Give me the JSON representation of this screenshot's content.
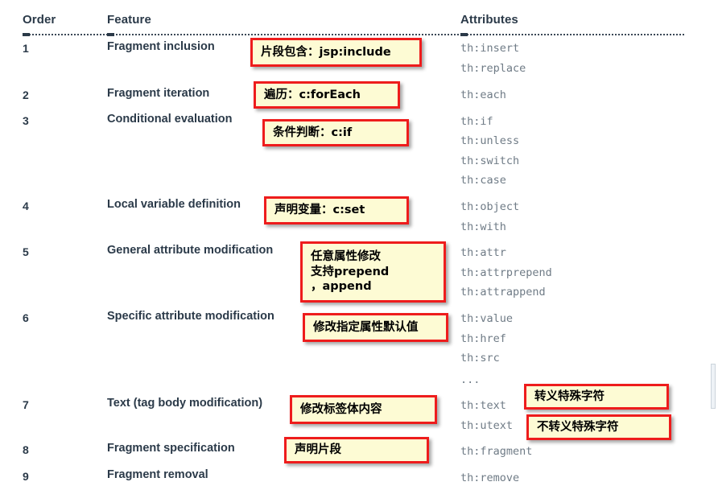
{
  "table": {
    "headers": {
      "order": "Order",
      "feature": "Feature",
      "attributes": "Attributes"
    },
    "rows": [
      {
        "order": "1",
        "feature": "Fragment inclusion",
        "attributes": [
          "th:insert",
          "th:replace"
        ]
      },
      {
        "order": "2",
        "feature": "Fragment iteration",
        "attributes": [
          "th:each"
        ]
      },
      {
        "order": "3",
        "feature": "Conditional evaluation",
        "attributes": [
          "th:if",
          "th:unless",
          "th:switch",
          "th:case"
        ]
      },
      {
        "order": "4",
        "feature": "Local variable definition",
        "attributes": [
          "th:object",
          "th:with"
        ]
      },
      {
        "order": "5",
        "feature": "General attribute modification",
        "attributes": [
          "th:attr",
          "th:attrprepend",
          "th:attrappend"
        ]
      },
      {
        "order": "6",
        "feature": "Specific attribute modification",
        "attributes": [
          "th:value",
          "th:href",
          "th:src",
          "..."
        ]
      },
      {
        "order": "7",
        "feature": "Text (tag body modification)",
        "attributes": [
          "th:text",
          "th:utext"
        ]
      },
      {
        "order": "8",
        "feature": "Fragment specification",
        "attributes": [
          "th:fragment"
        ]
      },
      {
        "order": "9",
        "feature": "Fragment removal",
        "attributes": [
          "th:remove"
        ]
      }
    ]
  },
  "annotations": [
    {
      "id": "note-fragment-inclusion",
      "text": "片段包含：jsp:include"
    },
    {
      "id": "note-fragment-iteration",
      "text": "遍历：c:forEach"
    },
    {
      "id": "note-conditional",
      "text": "条件判断：c:if"
    },
    {
      "id": "note-local-variable",
      "text": "声明变量：c:set"
    },
    {
      "id": "note-general-attribute",
      "text": "任意属性修改\n支持prepend\n，append"
    },
    {
      "id": "note-specific-attribute",
      "text": "修改指定属性默认值"
    },
    {
      "id": "note-text-body",
      "text": "修改标签体内容"
    },
    {
      "id": "note-fragment-spec",
      "text": "声明片段"
    },
    {
      "id": "note-escape",
      "text": "转义特殊字符"
    },
    {
      "id": "note-no-escape",
      "text": "不转义特殊字符"
    }
  ],
  "colors": {
    "note_border": "#ee1c1c",
    "note_fill": "#fdfbd4",
    "heading_text": "#2b3a49",
    "attribute_text": "#6f7b86",
    "page_background": "#ffffff"
  }
}
